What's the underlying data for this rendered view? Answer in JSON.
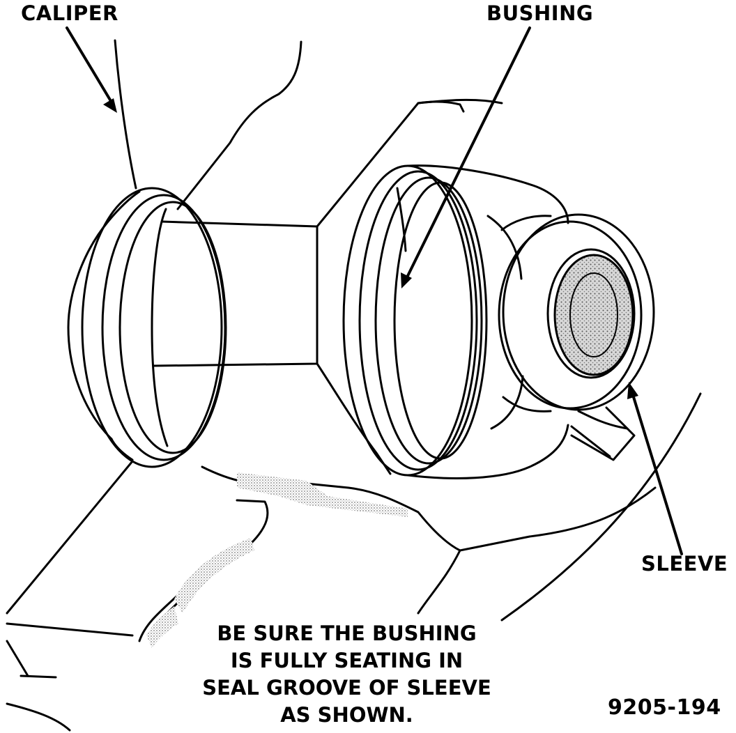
{
  "labels": {
    "caliper": "CALIPER",
    "bushing": "BUSHING",
    "sleeve": "SLEEVE",
    "figure_number": "9205-194"
  },
  "note": {
    "lines": [
      "BE SURE THE BUSHING",
      "IS FULLY SEATING IN",
      "SEAL GROOVE OF SLEEVE",
      "AS SHOWN."
    ]
  },
  "colors": {
    "ink": "#000000",
    "paper": "#ffffff",
    "stipple": "#9a9a9a"
  }
}
